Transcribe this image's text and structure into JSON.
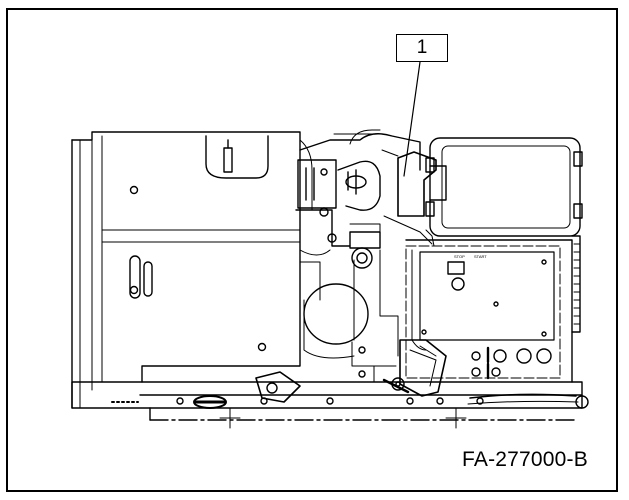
{
  "diagram": {
    "callout_label": "1",
    "figure_id": "FA-277000-B",
    "panel_labels": [
      "STOP",
      "START"
    ]
  }
}
